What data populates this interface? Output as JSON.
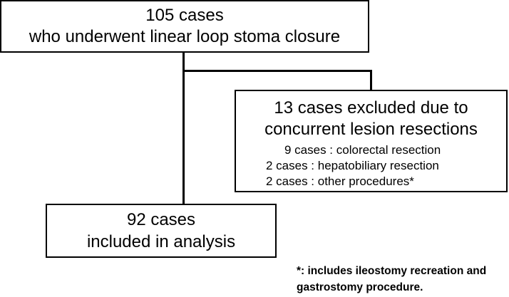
{
  "top_box": {
    "line1": "105 cases",
    "line2": "who underwent linear loop stoma closure"
  },
  "excluded_box": {
    "line1": "13 cases excluded due to",
    "line2": "concurrent lesion resections",
    "details": [
      "9 cases : colorectal resection",
      "2 cases : hepatobiliary resection",
      "2 cases : other procedures*"
    ]
  },
  "included_box": {
    "line1": "92 cases",
    "line2": "included in analysis"
  },
  "footnote": {
    "line1": "*: includes ileostomy recreation and",
    "line2": "gastrostomy procedure."
  }
}
